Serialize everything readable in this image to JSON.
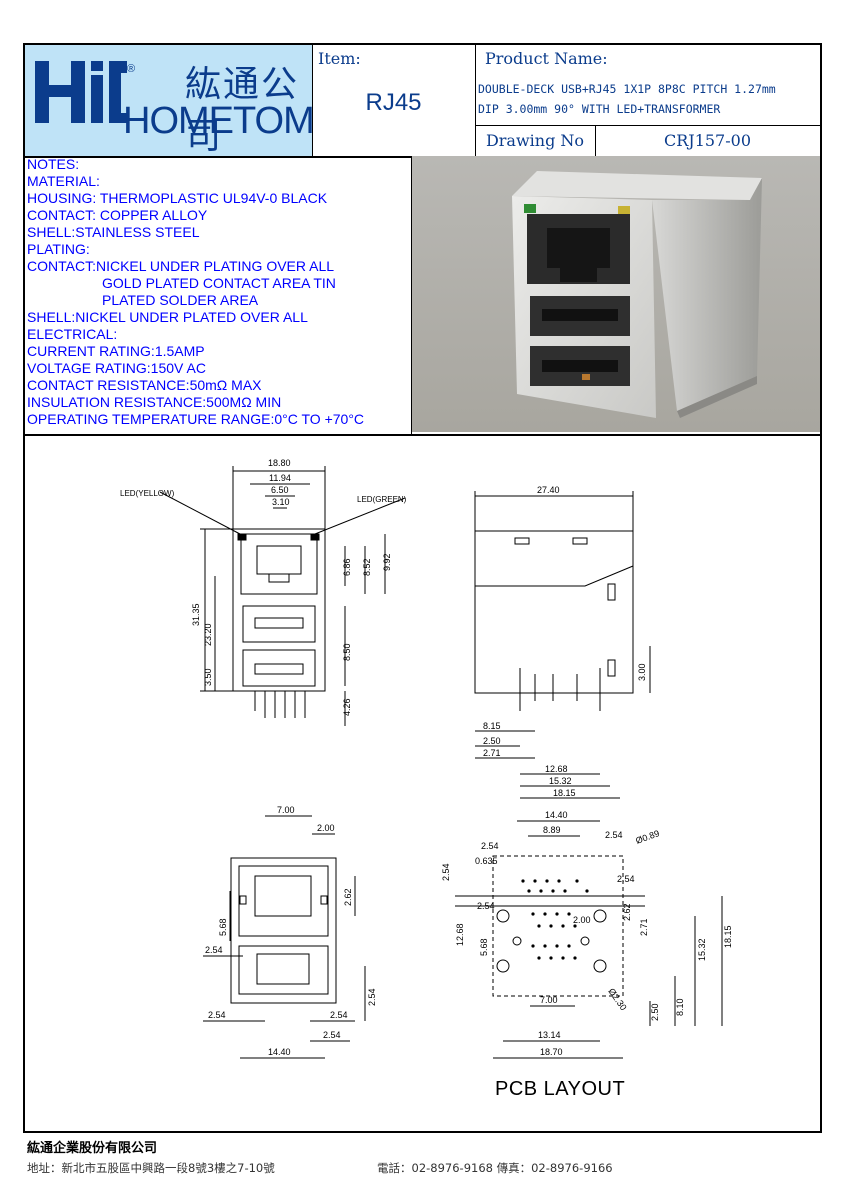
{
  "header": {
    "logo_cn": "紘通公司",
    "logo_en": "HOMETOM",
    "logo_reg": "®",
    "item_label": "Item:",
    "item_value": "RJ45",
    "product_label": "Product Name:",
    "product_line1": "DOUBLE-DECK USB+RJ45 1X1P 8P8C PITCH 1.27mm",
    "product_line2": "DIP 3.00mm 90° WITH LED+TRANSFORMER",
    "drawing_label": "Drawing No",
    "drawing_value": "CRJ157-00"
  },
  "notes": [
    "NOTES:",
    "MATERIAL:",
    "HOUSING: THERMOPLASTIC    UL94V-0 BLACK",
    "CONTACT: COPPER ALLOY",
    "SHELL:STAINLESS STEEL",
    "PLATING:",
    "CONTACT:NICKEL UNDER PLATING OVER ALL",
    "GOLD PLATED CONTACT AREA TIN",
    "PLATED SOLDER AREA",
    "SHELL:NICKEL UNDER PLATED OVER ALL",
    "ELECTRICAL:",
    "CURRENT RATING:1.5AMP",
    "VOLTAGE RATING:150V AC",
    "CONTACT RESISTANCE:50mΩ MAX",
    "INSULATION RESISTANCE:500MΩ MIN",
    "OPERATING TEMPERATURE RANGE:0°C TO +70°C"
  ],
  "front_view": {
    "dims": [
      "18.80",
      "11.94",
      "6.50",
      "3.10",
      "6.86",
      "8.52",
      "9.92",
      "31.35",
      "23.20",
      "8.50",
      "3.50",
      "4.26"
    ],
    "led_yellow": "LED(YELLOW)",
    "led_green": "LED(GREEN)"
  },
  "side_view": {
    "dims": [
      "27.40",
      "3.00",
      "8.15",
      "2.50",
      "2.71",
      "12.68",
      "15.32",
      "18.15"
    ]
  },
  "rear_view": {
    "dims": [
      "7.00",
      "2.00",
      "2.62",
      "5.68",
      "2.54",
      "2.54",
      "2.54",
      "2.54",
      "2.54",
      "14.40"
    ]
  },
  "pcb_layout": {
    "title": "PCB LAYOUT",
    "dims": [
      "14.40",
      "8.89",
      "2.54",
      "Ø0.89",
      "2.54",
      "2.54",
      "0.635",
      "2.54",
      "2.54",
      "2.62",
      "2.71",
      "2.00",
      "12.68",
      "5.68",
      "15.32",
      "18.15",
      "7.00",
      "Ø2.30",
      "2.50",
      "8.10",
      "13.14",
      "18.70"
    ]
  },
  "footer": {
    "company": "紘通企業股份有限公司",
    "address": "地址：新北市五股區中興路一段8號3樓之7-10號",
    "phone_fax": "電話：02-8976-9168   傳真：02-8976-9166"
  }
}
